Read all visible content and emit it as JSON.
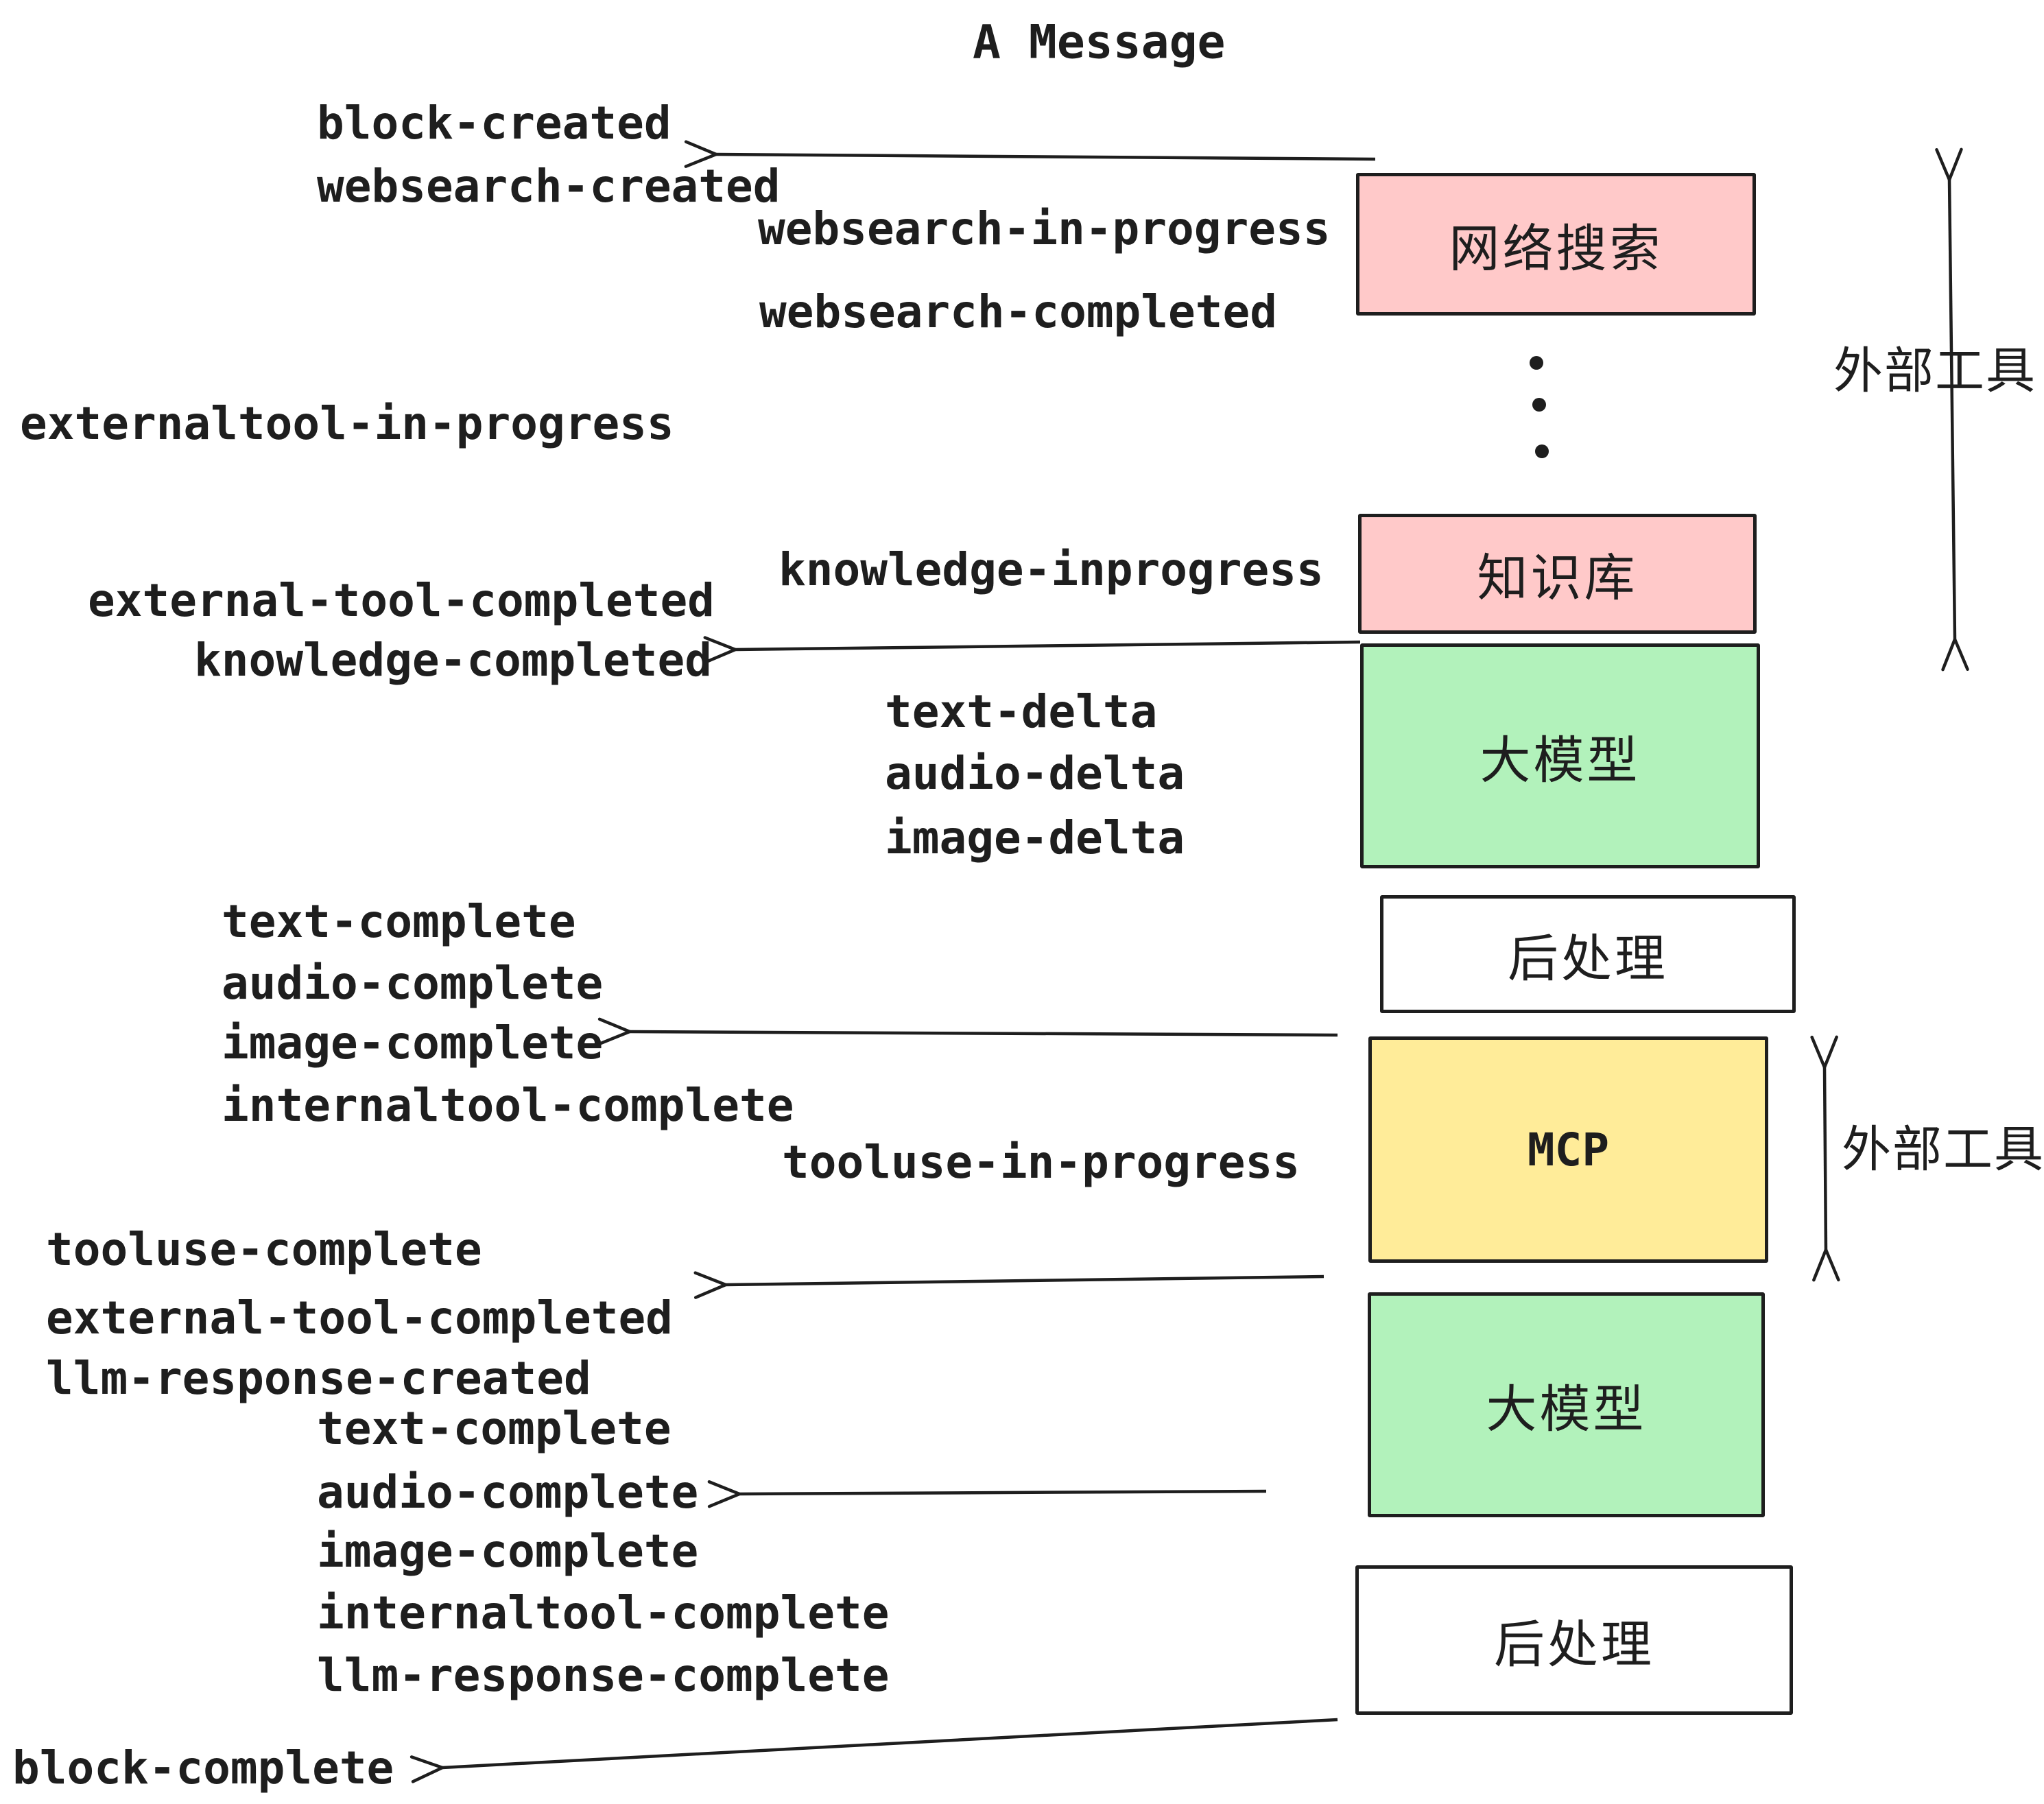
{
  "title": "A Message",
  "annotations": {
    "external_tools_top": "外部工具",
    "external_tools_mid": "外部工具"
  },
  "colors": {
    "stroke": "#1e1e1e",
    "pink": "#ffc9c9",
    "green": "#b2f2bb",
    "yellow": "#ffec99",
    "white": "#ffffff"
  },
  "boxes": [
    {
      "label": "网络搜索",
      "color": "#ffc9c9"
    },
    {
      "label": "知识库",
      "color": "#ffc9c9"
    },
    {
      "label": "大模型",
      "color": "#b2f2bb"
    },
    {
      "label": "后处理",
      "color": "#ffffff"
    },
    {
      "label": "MCP",
      "color": "#ffec99"
    },
    {
      "label": "大模型",
      "color": "#b2f2bb"
    },
    {
      "label": "后处理",
      "color": "#ffffff"
    }
  ],
  "events": [
    {
      "text": "block-created"
    },
    {
      "text": "websearch-created"
    },
    {
      "text": "websearch-in-progress"
    },
    {
      "text": "websearch-completed"
    },
    {
      "text": "externaltool-in-progress"
    },
    {
      "text": "knowledge-inprogress"
    },
    {
      "text": "external-tool-completed"
    },
    {
      "text": "knowledge-completed"
    },
    {
      "text": "text-delta"
    },
    {
      "text": "audio-delta"
    },
    {
      "text": "image-delta"
    },
    {
      "text": "text-complete"
    },
    {
      "text": "audio-complete"
    },
    {
      "text": "image-complete"
    },
    {
      "text": "internaltool-complete"
    },
    {
      "text": "tooluse-in-progress"
    },
    {
      "text": "tooluse-complete"
    },
    {
      "text": "external-tool-completed"
    },
    {
      "text": "llm-response-created"
    },
    {
      "text": "text-complete"
    },
    {
      "text": "audio-complete"
    },
    {
      "text": "image-complete"
    },
    {
      "text": "internaltool-complete"
    },
    {
      "text": "llm-response-complete"
    },
    {
      "text": "block-complete"
    }
  ]
}
